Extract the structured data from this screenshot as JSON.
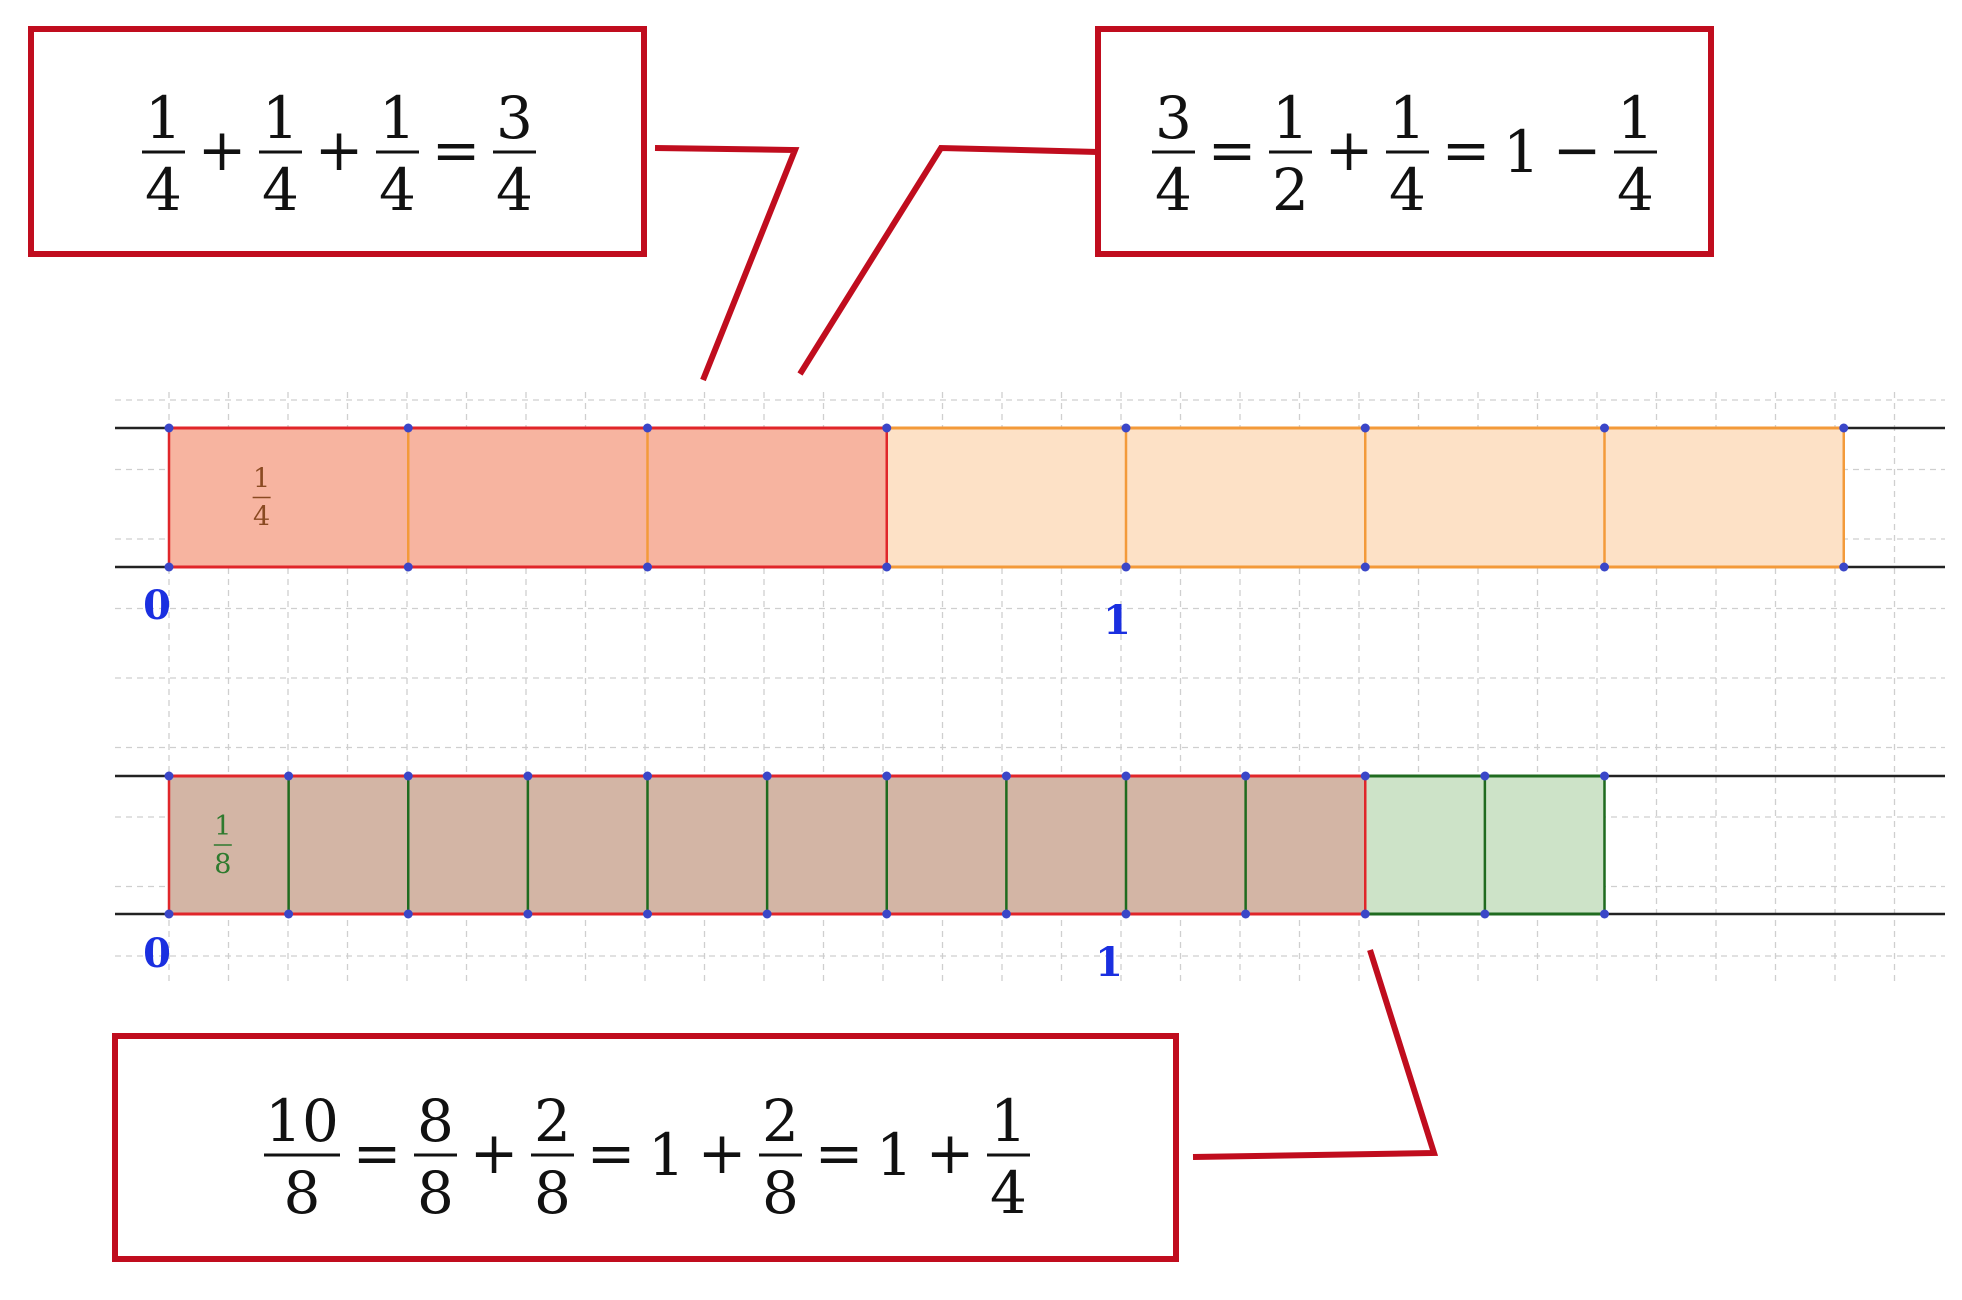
{
  "colors": {
    "callout_border": "#c00d1e",
    "grid": "#cfcfcf",
    "axis_line": "#222222",
    "quarter_shaded_fill": "#f7b4a0",
    "quarter_shaded_stroke": "#e0262a",
    "quarter_light_fill": "#fde1c6",
    "quarter_light_stroke": "#f39a3a",
    "eighth_shaded_fill": "#d3b5a5",
    "eighth_shaded_stroke": "#e0262a",
    "eighth_light_fill": "#cde3c8",
    "eighth_divider": "#1f6b1f",
    "point": "#3a46c8",
    "axis_label": "#1a2fe0",
    "quarter_label": "#8a4a22",
    "eighth_label": "#2e7a2e",
    "formula_text": "#111111"
  },
  "callouts": {
    "top_left": {
      "terms": [
        {
          "type": "frac",
          "num": "1",
          "den": "4"
        },
        {
          "type": "op",
          "text": "+"
        },
        {
          "type": "frac",
          "num": "1",
          "den": "4"
        },
        {
          "type": "op",
          "text": "+"
        },
        {
          "type": "frac",
          "num": "1",
          "den": "4"
        },
        {
          "type": "op",
          "text": "="
        },
        {
          "type": "frac",
          "num": "3",
          "den": "4"
        }
      ]
    },
    "top_right": {
      "terms": [
        {
          "type": "frac",
          "num": "3",
          "den": "4"
        },
        {
          "type": "op",
          "text": "="
        },
        {
          "type": "frac",
          "num": "1",
          "den": "2"
        },
        {
          "type": "op",
          "text": "+"
        },
        {
          "type": "frac",
          "num": "1",
          "den": "4"
        },
        {
          "type": "op",
          "text": "="
        },
        {
          "type": "num",
          "text": "1"
        },
        {
          "type": "op",
          "text": "−"
        },
        {
          "type": "frac",
          "num": "1",
          "den": "4"
        }
      ]
    },
    "bottom": {
      "terms": [
        {
          "type": "frac",
          "num": "10",
          "den": "8"
        },
        {
          "type": "op",
          "text": "="
        },
        {
          "type": "frac",
          "num": "8",
          "den": "8"
        },
        {
          "type": "op",
          "text": "+"
        },
        {
          "type": "frac",
          "num": "2",
          "den": "8"
        },
        {
          "type": "op",
          "text": "="
        },
        {
          "type": "num",
          "text": "1"
        },
        {
          "type": "op",
          "text": "+"
        },
        {
          "type": "frac",
          "num": "2",
          "den": "8"
        },
        {
          "type": "op",
          "text": "="
        },
        {
          "type": "num",
          "text": "1"
        },
        {
          "type": "op",
          "text": "+"
        },
        {
          "type": "frac",
          "num": "1",
          "den": "4"
        }
      ]
    }
  },
  "quarter_strip": {
    "denominator": 4,
    "shaded_parts": 3,
    "total_parts": 7,
    "cell_label": {
      "num": "1",
      "den": "4"
    },
    "zero_label": "0",
    "one_label": "1"
  },
  "eighth_strip": {
    "denominator": 8,
    "shaded_parts": 10,
    "total_parts": 12,
    "cell_label": {
      "num": "1",
      "den": "8"
    },
    "zero_label": "0",
    "one_label": "1"
  }
}
